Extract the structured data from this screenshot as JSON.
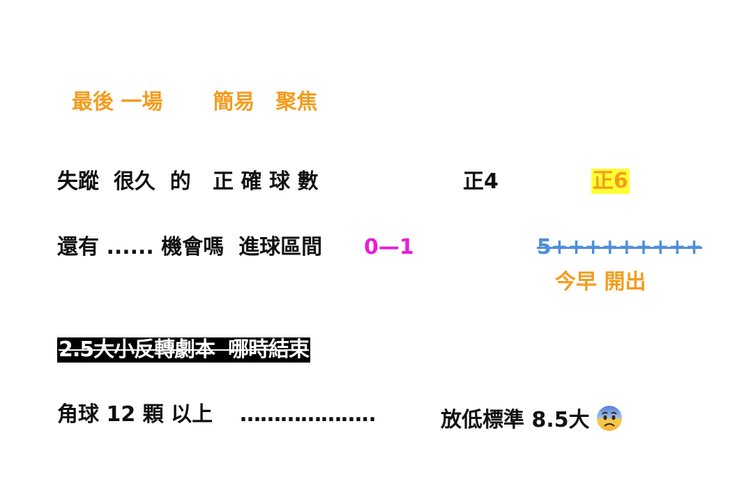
{
  "header": {
    "part1": "最後 一場",
    "part2": "簡易",
    "part3": "聚焦"
  },
  "row1": {
    "label": "失蹤  很久  的   正 確 球 數",
    "value1": "正4",
    "value2": "正6"
  },
  "row2": {
    "label": "還有 ...... 機會嗎  進球區間",
    "range": "0—1",
    "struck": "5+++++++++",
    "note": "今早 開出"
  },
  "row3": {
    "text": "2.5大小反轉劇本  哪時結束"
  },
  "row4": {
    "label": "角球 12 顆 以上",
    "dots": "………………..",
    "right": "放低標準 8.5大",
    "emoji_icon": "anxious-sweat-face-icon"
  },
  "colors": {
    "orange": "#f39c1e",
    "magenta": "#e81ed8",
    "blue": "#4f8ed8",
    "highlight_yellow": "#ffff33"
  }
}
